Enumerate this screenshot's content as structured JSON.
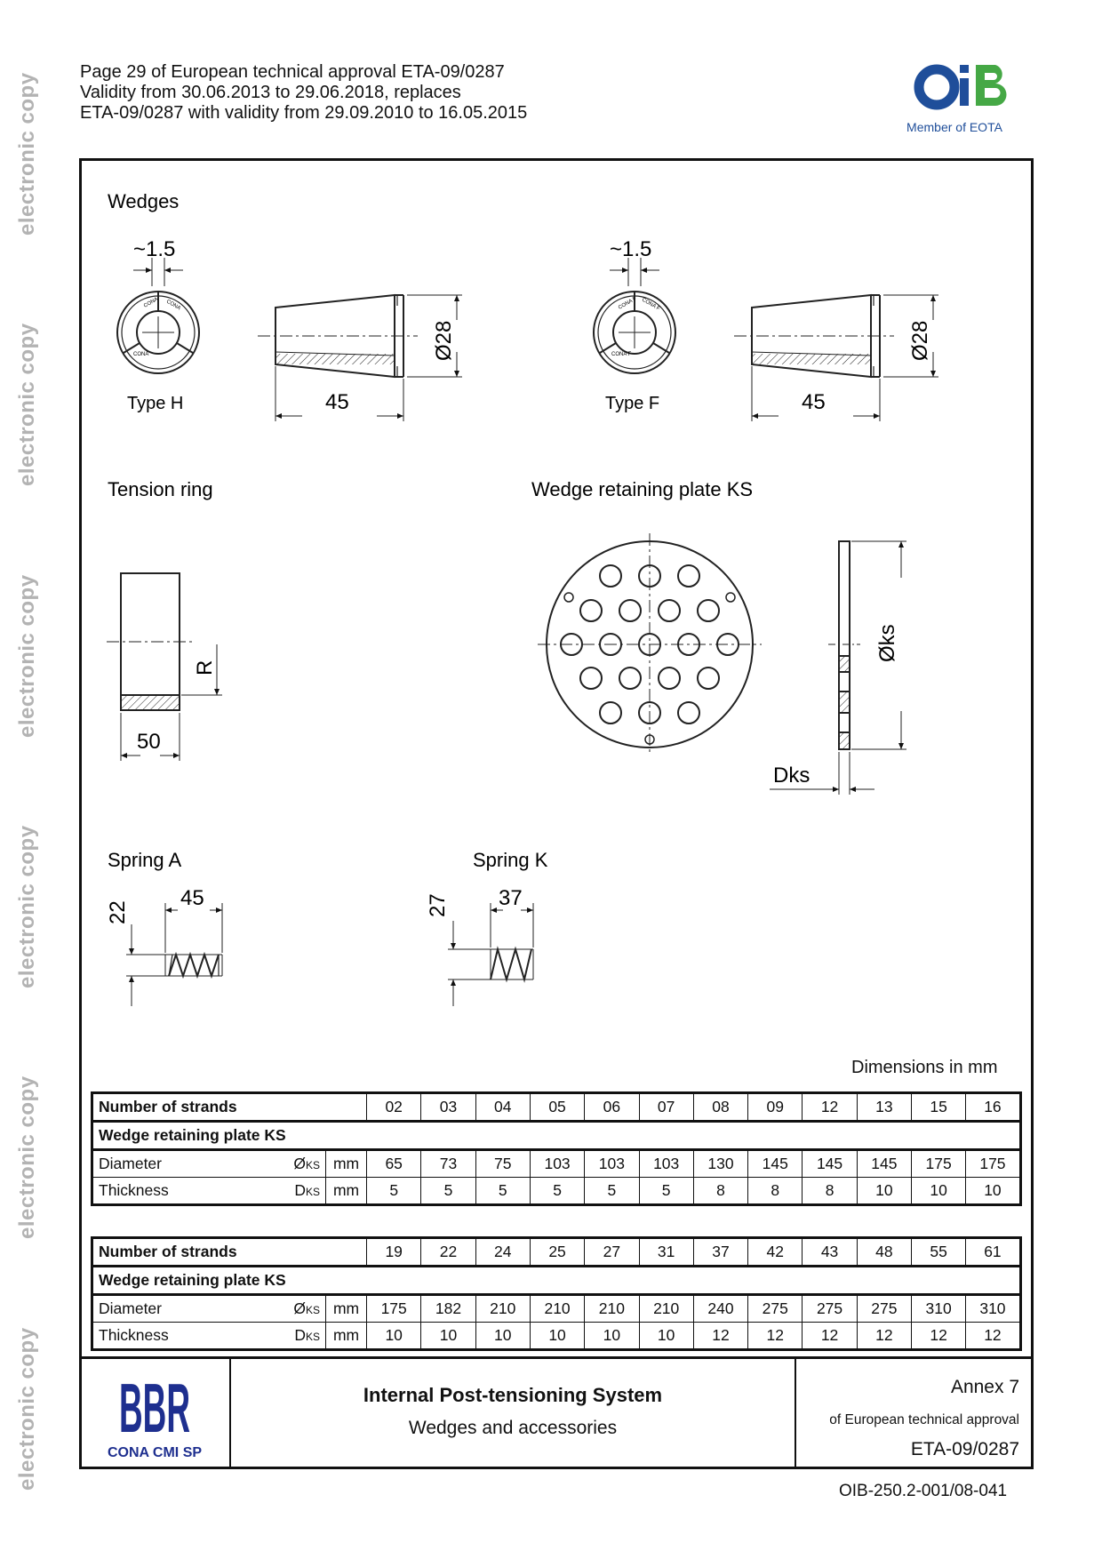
{
  "watermark": "electronic copy",
  "header": {
    "line1": "Page 29 of European technical approval ETA-09/0287",
    "line2": "Validity from 30.06.2013 to 29.06.2018, replaces",
    "line3": "ETA-09/0287 with validity from 29.09.2010 to 16.05.2015"
  },
  "logo_oib": {
    "text": "OiB",
    "subtitle": "Member of EOTA",
    "blue": "#1f4e9a",
    "green": "#45a845"
  },
  "drawings": {
    "wedges_title": "Wedges",
    "type_h": "Type H",
    "type_f": "Type F",
    "dim_gap": "~1.5",
    "dim_length": "45",
    "dim_diam": "Ø28",
    "wedge_seg_label_h": "CONA",
    "wedge_seg_label_f": "CONA F",
    "tension_ring_title": "Tension ring",
    "ring_r": "R",
    "ring_50": "50",
    "plate_title": "Wedge retaining plate KS",
    "plate_diam": "Øks",
    "plate_thick": "Dks",
    "spring_a_title": "Spring A",
    "spring_a_h": "22",
    "spring_a_w": "45",
    "spring_k_title": "Spring K",
    "spring_k_h": "27",
    "spring_k_w": "37"
  },
  "dim_note": "Dimensions in mm",
  "table1": {
    "strands_label": "Number of strands",
    "strands": [
      "02",
      "03",
      "04",
      "05",
      "06",
      "07",
      "08",
      "09",
      "12",
      "13",
      "15",
      "16"
    ],
    "section": "Wedge retaining plate KS",
    "rows": [
      {
        "label": "Diameter",
        "sym": "Ø",
        "sub": "KS",
        "unit": "mm",
        "values": [
          "65",
          "73",
          "75",
          "103",
          "103",
          "103",
          "130",
          "145",
          "145",
          "145",
          "175",
          "175"
        ]
      },
      {
        "label": "Thickness",
        "sym": "D",
        "sub": "KS",
        "unit": "mm",
        "values": [
          "5",
          "5",
          "5",
          "5",
          "5",
          "5",
          "8",
          "8",
          "8",
          "10",
          "10",
          "10"
        ]
      }
    ]
  },
  "table2": {
    "strands_label": "Number of strands",
    "strands": [
      "19",
      "22",
      "24",
      "25",
      "27",
      "31",
      "37",
      "42",
      "43",
      "48",
      "55",
      "61"
    ],
    "section": "Wedge retaining plate KS",
    "rows": [
      {
        "label": "Diameter",
        "sym": "Ø",
        "sub": "KS",
        "unit": "mm",
        "values": [
          "175",
          "182",
          "210",
          "210",
          "210",
          "210",
          "240",
          "275",
          "275",
          "275",
          "310",
          "310"
        ]
      },
      {
        "label": "Thickness",
        "sym": "D",
        "sub": "KS",
        "unit": "mm",
        "values": [
          "10",
          "10",
          "10",
          "10",
          "10",
          "10",
          "12",
          "12",
          "12",
          "12",
          "12",
          "12"
        ]
      }
    ]
  },
  "footer": {
    "logo_text": "BBR",
    "logo_sub": "CONA CMI SP",
    "logo_color": "#1e2f8f",
    "title": "Internal Post-tensioning System",
    "subtitle": "Wedges and accessories",
    "annex": "Annex 7",
    "annex_of": "of European technical approval",
    "annex_eta": "ETA-09/0287"
  },
  "doc_number": "OIB-250.2-001/08-041"
}
